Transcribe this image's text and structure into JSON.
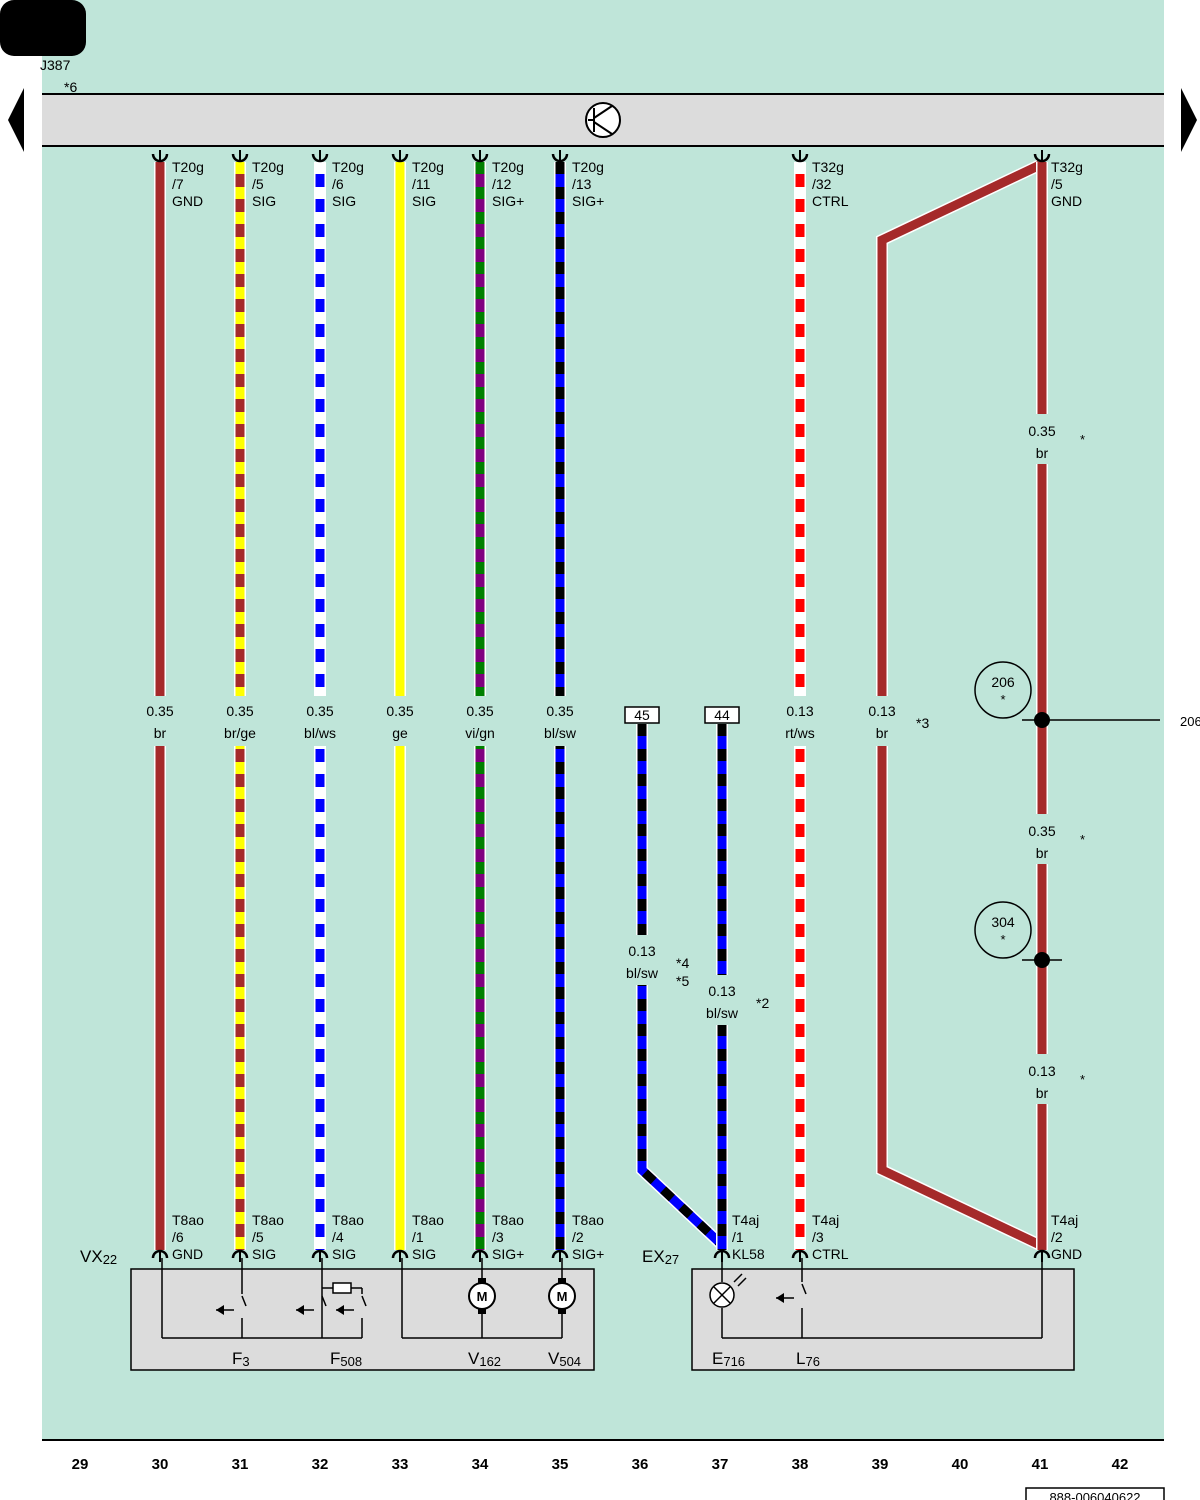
{
  "header": {
    "module_code": "J387",
    "module_note": "*6"
  },
  "colors": {
    "background": "#bfe5d9",
    "bus": "#dcdcdc",
    "br": "#a52a2a",
    "ge": "#ffff00",
    "bl": "#0000ff",
    "ws": "#ffffff",
    "vi": "#800080",
    "gn": "#008000",
    "sw": "#000000",
    "rt": "#ff0000"
  },
  "wires": [
    {
      "col": 30,
      "top": [
        "T20g",
        "/7",
        "GND"
      ],
      "bottom": [
        "T8ao",
        "/6",
        "GND"
      ],
      "size": "0.35",
      "color": "br"
    },
    {
      "col": 31,
      "top": [
        "T20g",
        "/5",
        "SIG"
      ],
      "bottom": [
        "T8ao",
        "/5",
        "SIG"
      ],
      "size": "0.35",
      "color": "br/ge"
    },
    {
      "col": 32,
      "top": [
        "T20g",
        "/6",
        "SIG"
      ],
      "bottom": [
        "T8ao",
        "/4",
        "SIG"
      ],
      "size": "0.35",
      "color": "bl/ws"
    },
    {
      "col": 33,
      "top": [
        "T20g",
        "/11",
        "SIG"
      ],
      "bottom": [
        "T8ao",
        "/1",
        "SIG"
      ],
      "size": "0.35",
      "color": "ge"
    },
    {
      "col": 34,
      "top": [
        "T20g",
        "/12",
        "SIG+"
      ],
      "bottom": [
        "T8ao",
        "/3",
        "SIG+"
      ],
      "size": "0.35",
      "color": "vi/gn"
    },
    {
      "col": 35,
      "top": [
        "T20g",
        "/13",
        "SIG+"
      ],
      "bottom": [
        "T8ao",
        "/2",
        "SIG+"
      ],
      "size": "0.35",
      "color": "bl/sw"
    },
    {
      "col": 38,
      "top": [
        "T32g",
        "/32",
        "CTRL"
      ],
      "bottom": [
        "T4aj",
        "/3",
        "CTRL"
      ],
      "size": "0.13",
      "color": "rt/ws"
    },
    {
      "col": 39,
      "size": "0.13",
      "color": "br",
      "note": "*3"
    },
    {
      "col": 41,
      "top": [
        "T32g",
        "/5",
        "GND"
      ],
      "bottom": [
        "T4aj",
        "/2",
        "GND"
      ]
    }
  ],
  "ref_wires": [
    {
      "box": "45",
      "size": "0.13",
      "color": "bl/sw",
      "notes": [
        "*4",
        "*5"
      ]
    },
    {
      "box": "44",
      "size": "0.13",
      "color": "bl/sw",
      "notes": [
        "*2"
      ],
      "bottom": [
        "T4aj",
        "/1",
        "KL58"
      ]
    }
  ],
  "gnd_segments": [
    {
      "size": "0.35",
      "color": "br",
      "note": "*"
    },
    {
      "size": "0.35",
      "color": "br",
      "note": "*"
    },
    {
      "size": "0.13",
      "color": "br",
      "note": "*"
    }
  ],
  "splices": [
    {
      "id": "206",
      "note": "*"
    },
    {
      "id": "304",
      "note": "*"
    }
  ],
  "splice_ref": "206",
  "connectors": [
    {
      "name": "VX",
      "sub": "22"
    },
    {
      "name": "EX",
      "sub": "27"
    }
  ],
  "components": [
    {
      "name": "F",
      "sub": "3"
    },
    {
      "name": "F",
      "sub": "508"
    },
    {
      "name": "V",
      "sub": "162"
    },
    {
      "name": "V",
      "sub": "504"
    },
    {
      "name": "E",
      "sub": "716"
    },
    {
      "name": "L",
      "sub": "76"
    }
  ],
  "grid_numbers": [
    "29",
    "30",
    "31",
    "32",
    "33",
    "34",
    "35",
    "36",
    "37",
    "38",
    "39",
    "40",
    "41",
    "42"
  ],
  "footer_code": "888-006040622"
}
